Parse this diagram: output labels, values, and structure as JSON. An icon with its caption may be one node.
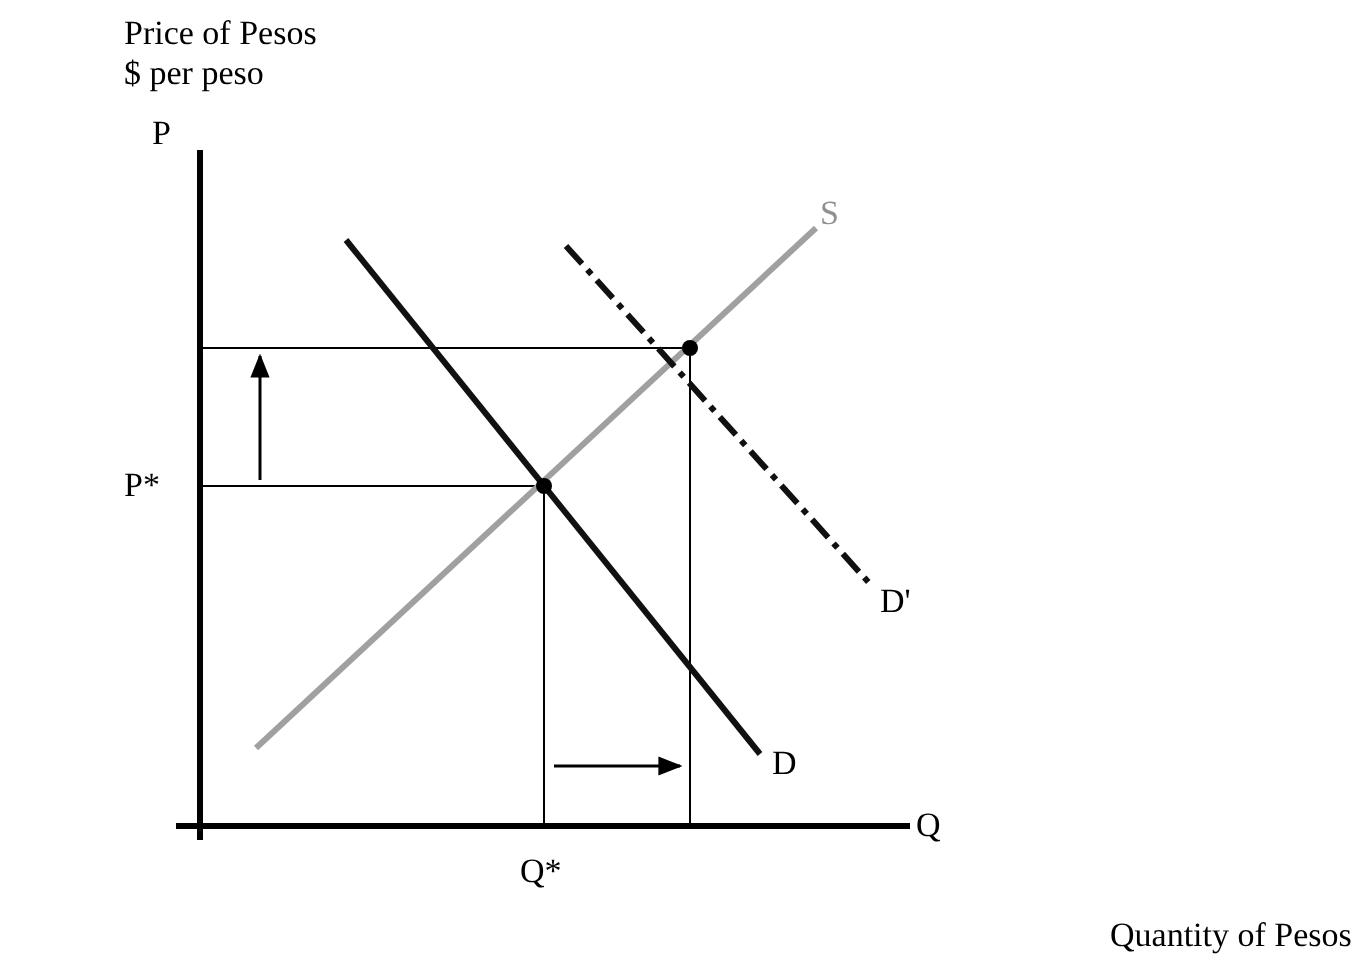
{
  "diagram": {
    "labels": [
      "Price of Pesos",
      "$ per peso",
      "P",
      "S",
      "P*",
      "D'",
      "D",
      "Q*",
      "Q",
      "Quantity of Pesos"
    ]
  }
}
